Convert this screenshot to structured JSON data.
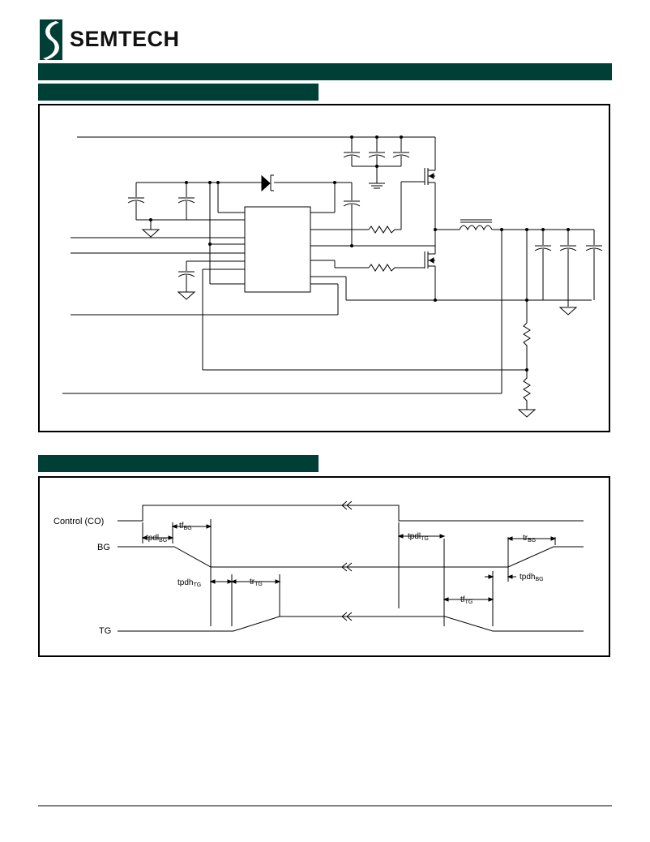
{
  "header": {
    "brand": "SEMTECH",
    "brand_color": "#003f35"
  },
  "timing": {
    "control_label": "Control (CO)",
    "bg_label": "BG",
    "tg_label": "TG",
    "tpdl_bg": {
      "main": "tpdl",
      "sub": "BG"
    },
    "tf_bg": {
      "main": "tf",
      "sub": "BG"
    },
    "tpdh_tg": {
      "main": "tpdh",
      "sub": "TG"
    },
    "tr_tg": {
      "main": "tr",
      "sub": "TG"
    },
    "tpdl_tg": {
      "main": "tpdl",
      "sub": "TG"
    },
    "tf_tg": {
      "main": "tf",
      "sub": "TG"
    },
    "tr_bg": {
      "main": "tr",
      "sub": "BG"
    },
    "tpdh_bg": {
      "main": "tpdh",
      "sub": "BG"
    }
  }
}
